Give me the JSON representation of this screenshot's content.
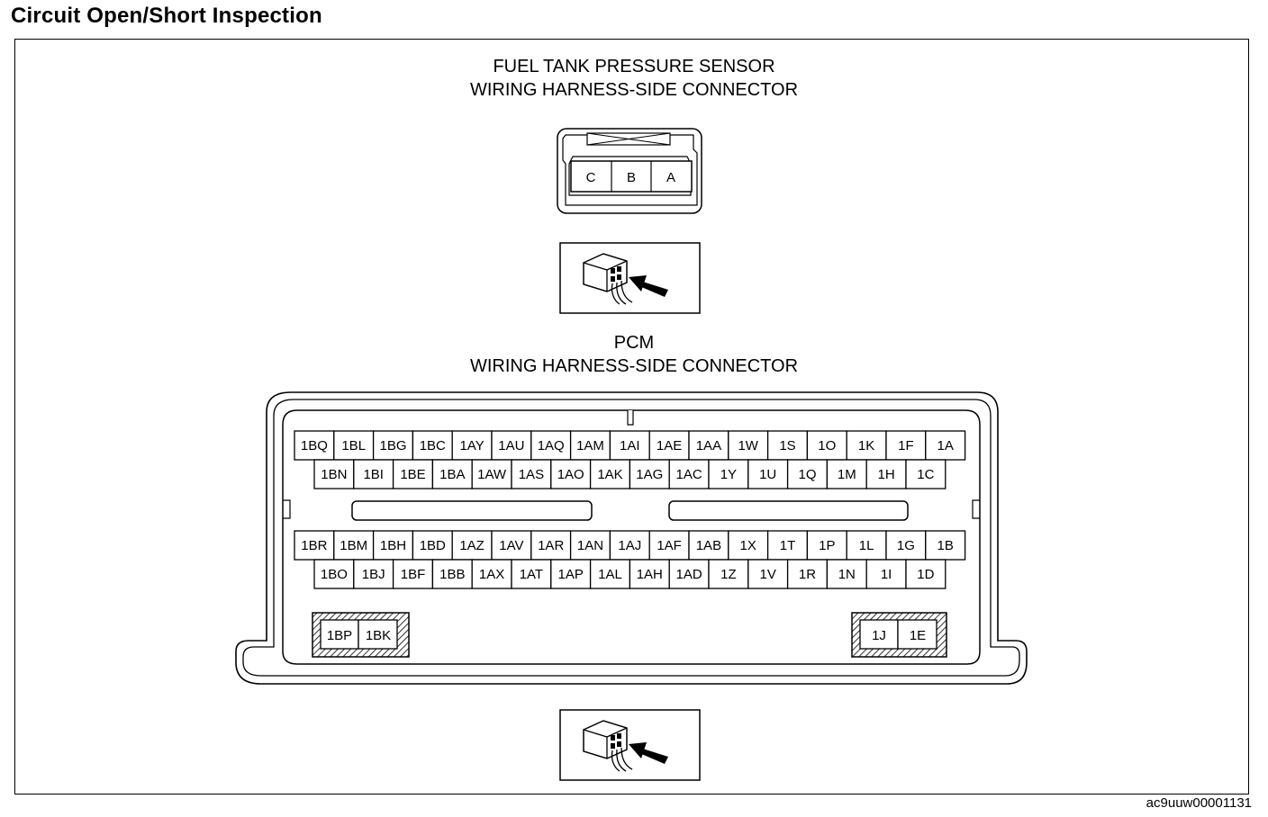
{
  "page_title": "Circuit Open/Short Inspection",
  "sensor": {
    "caption_line1": "FUEL TANK PRESSURE SENSOR",
    "caption_line2": "WIRING HARNESS-SIDE CONNECTOR",
    "terminals": [
      "C",
      "B",
      "A"
    ]
  },
  "pcm": {
    "caption_line1": "PCM",
    "caption_line2": "WIRING HARNESS-SIDE CONNECTOR",
    "upper_row1": [
      "1BQ",
      "1BL",
      "1BG",
      "1BC",
      "1AY",
      "1AU",
      "1AQ",
      "1AM",
      "1AI",
      "1AE",
      "1AA",
      "1W",
      "1S",
      "1O",
      "1K",
      "1F",
      "1A"
    ],
    "upper_row2": [
      "1BN",
      "1BI",
      "1BE",
      "1BA",
      "1AW",
      "1AS",
      "1AO",
      "1AK",
      "1AG",
      "1AC",
      "1Y",
      "1U",
      "1Q",
      "1M",
      "1H",
      "1C"
    ],
    "lower_row1": [
      "1BR",
      "1BM",
      "1BH",
      "1BD",
      "1AZ",
      "1AV",
      "1AR",
      "1AN",
      "1AJ",
      "1AF",
      "1AB",
      "1X",
      "1T",
      "1P",
      "1L",
      "1G",
      "1B"
    ],
    "lower_row2": [
      "1BO",
      "1BJ",
      "1BF",
      "1BB",
      "1AX",
      "1AT",
      "1AP",
      "1AL",
      "1AH",
      "1AD",
      "1Z",
      "1V",
      "1R",
      "1N",
      "1I",
      "1D"
    ],
    "left_block": [
      "1BP",
      "1BK"
    ],
    "right_block": [
      "1J",
      "1E"
    ]
  },
  "figure_id": "ac9uuw00001131"
}
